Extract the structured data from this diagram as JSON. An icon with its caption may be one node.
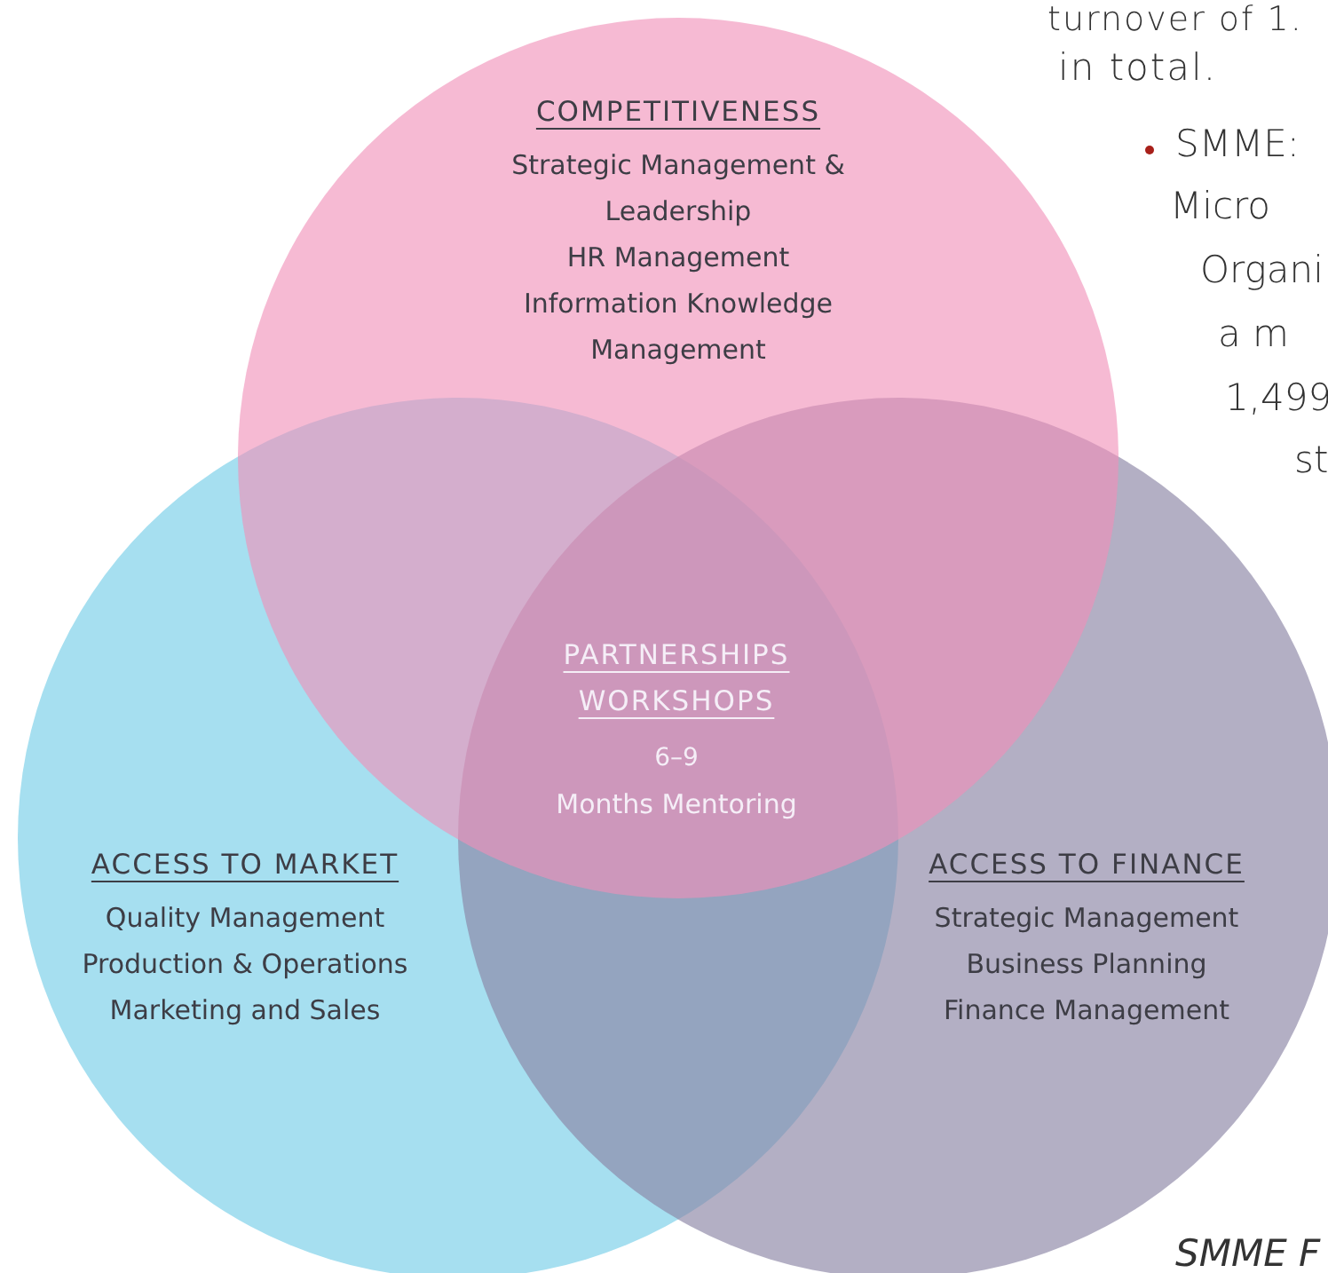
{
  "diagram": {
    "nodes": [
      {
        "text": [
          "COMPETITIVENESS",
          "Strategic Management & Leadership",
          "HR Management",
          "Information Knowledge Management"
        ]
      },
      {
        "text": [
          "ACCESS TO MARKET",
          "Quality Management",
          "Production & Operations",
          "Marketing and Sales"
        ]
      },
      {
        "text": [
          "ACCESS TO FINANCE",
          "Strategic Management",
          "Business Planning",
          "Finance Management"
        ]
      }
    ],
    "labels": [
      "PARTNERSHIPS",
      "WORKSHOPS",
      "6–9",
      "Months Mentoring",
      "turnover of 1.",
      "in total.",
      "SMME:",
      "Micro",
      "Organi",
      "a m",
      "1,499",
      "st",
      "SMME F"
    ]
  }
}
